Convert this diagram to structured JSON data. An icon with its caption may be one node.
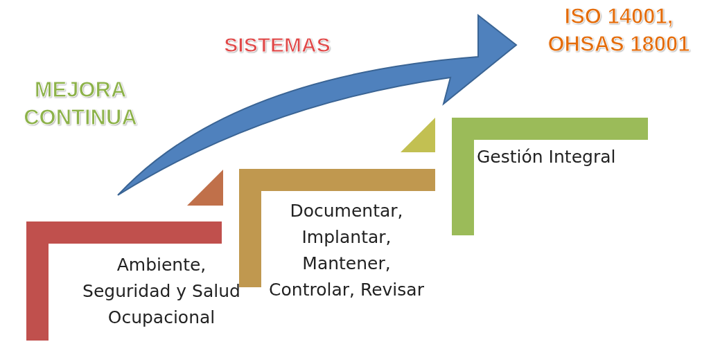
{
  "diagram": {
    "nodes": [
      {
        "text": [
          "Ambiente, Seguridad y Salud Ocupacional"
        ]
      },
      {
        "text": [
          "Documentar, Implantar, Mantener, Controlar, Revisar"
        ]
      },
      {
        "text": [
          "Gestión Integral"
        ]
      }
    ],
    "labels": [
      "SISTEMAS",
      "ISO 14001, OHSAS 18001",
      "MEJORA CONTINUA"
    ]
  }
}
